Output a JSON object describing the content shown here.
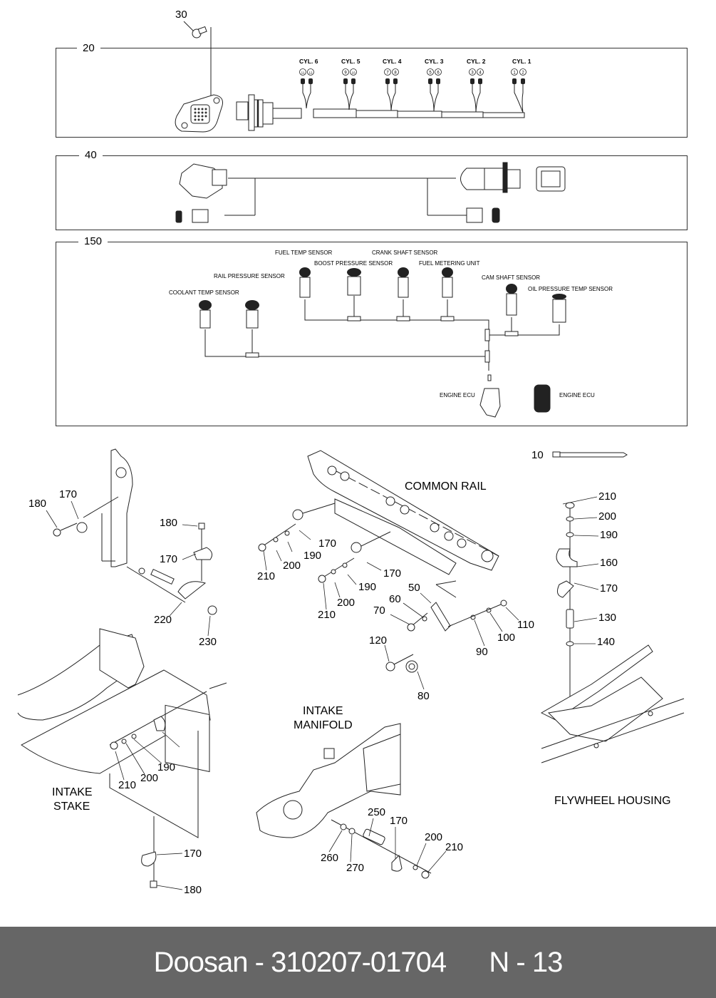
{
  "section_20": {
    "ref": "20",
    "bolt_ref": "30",
    "cylinders": [
      {
        "label": "CYL. 6",
        "pins": [
          "11",
          "12"
        ]
      },
      {
        "label": "CYL. 5",
        "pins": [
          "9",
          "10"
        ]
      },
      {
        "label": "CYL. 4",
        "pins": [
          "7",
          "8"
        ]
      },
      {
        "label": "CYL. 3",
        "pins": [
          "5",
          "6"
        ]
      },
      {
        "label": "CYL. 2",
        "pins": [
          "3",
          "4"
        ]
      },
      {
        "label": "CYL. 1",
        "pins": [
          "1",
          "2"
        ]
      }
    ]
  },
  "section_40": {
    "ref": "40"
  },
  "section_150": {
    "ref": "150",
    "sensors": {
      "fuel_temp": "FUEL TEMP SENSOR",
      "crank_shaft": "CRANK SHAFT SENSOR",
      "boost_pressure": "BOOST PRESSURE SENSOR",
      "fuel_metering": "FUEL METERING UNIT",
      "rail_pressure": "RAIL PRESSURE SENSOR",
      "cam_shaft": "CAM SHAFT SENSOR",
      "oil_pressure_temp": "OIL PRESSURE TEMP SENSOR",
      "coolant_temp": "COOLANT TEMP SENSOR",
      "engine_ecu_1": "ENGINE ECU",
      "engine_ecu_2": "ENGINE ECU"
    }
  },
  "assemblies": {
    "common_rail": "COMMON RAIL",
    "intake_manifold_line1": "INTAKE",
    "intake_manifold_line2": "MANIFOLD",
    "intake_stake_line1": "INTAKE",
    "intake_stake_line2": "STAKE",
    "flywheel_housing": "FLYWHEEL HOUSING"
  },
  "callouts": {
    "cable_tie": "10",
    "bracket_left": [
      "180",
      "170",
      "180",
      "170",
      "220",
      "230"
    ],
    "common_rail": [
      "170",
      "190",
      "200",
      "210",
      "170",
      "190",
      "200",
      "210",
      "50",
      "60",
      "70",
      "120",
      "80",
      "90",
      "100",
      "110"
    ],
    "flywheel": [
      "210",
      "200",
      "190",
      "160",
      "170",
      "130",
      "140"
    ],
    "intake_stake": [
      "170",
      "190",
      "200",
      "210",
      "170",
      "180"
    ],
    "intake_manifold": [
      "250",
      "170",
      "260",
      "270",
      "200",
      "210"
    ]
  },
  "footer": {
    "brand": "Doosan",
    "separator": "-",
    "part_number": "310207-01704",
    "page_prefix": "N",
    "page_number": "13"
  }
}
